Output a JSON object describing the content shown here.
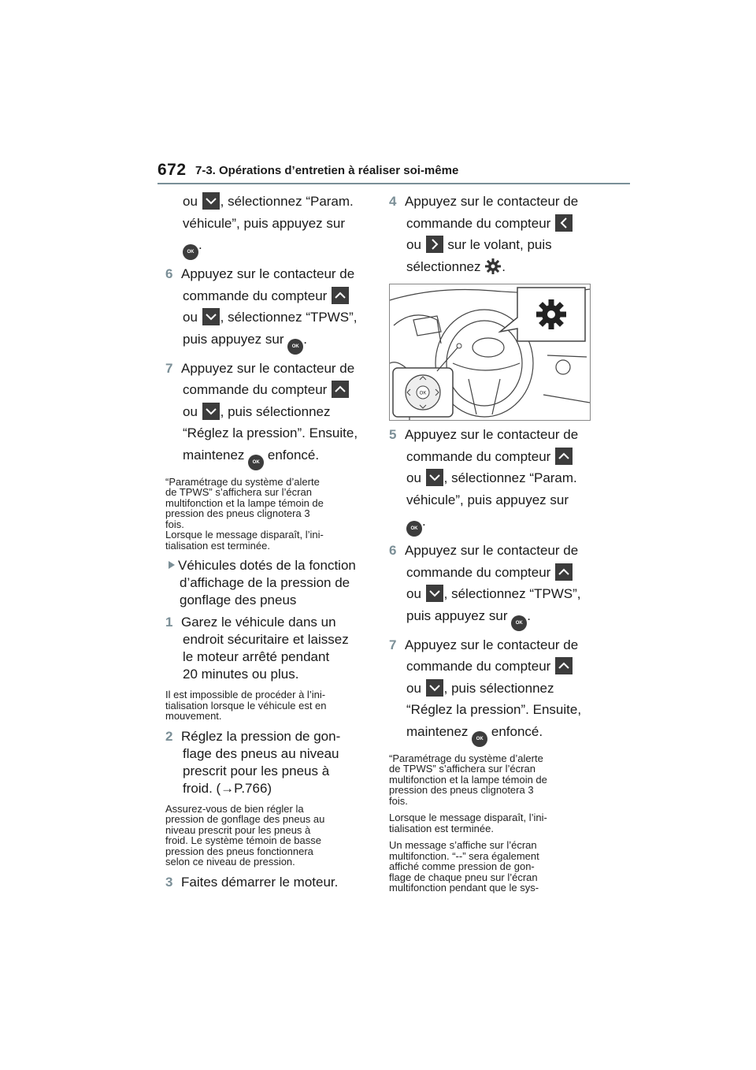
{
  "header": {
    "page_number": "672",
    "section_title": "7-3. Opérations d’entretien à réaliser soi-même"
  },
  "left": {
    "cont": {
      "l1a": "ou ",
      "l1b": ", sélectionnez “Param.",
      "l2": "véhicule”, puis appuyez sur",
      "l3b": "."
    },
    "s6": {
      "num": "6",
      "l1": "Appuyez sur le contacteur de",
      "l2": "commande du compteur ",
      "l3a": "ou ",
      "l3b": ", sélectionnez “TPWS”,",
      "l4a": "puis appuyez sur ",
      "l4b": "."
    },
    "s7": {
      "num": "7",
      "l1": "Appuyez sur le contacteur de",
      "l2": "commande du compteur ",
      "l3a": "ou ",
      "l3b": ", puis sélectionnez",
      "l4": "“Réglez la pression”. Ensuite,",
      "l5a": "maintenez ",
      "l5b": " enfoncé."
    },
    "note1": {
      "l1": "“Paramétrage du système d’alerte",
      "l2": "de TPWS” s’affichera sur l’écran",
      "l3": "multifonction et la lampe témoin de",
      "l4": "pression des pneus clignotera 3",
      "l5": "fois.",
      "l6": "Lorsque le message disparaît, l’ini-",
      "l7": "tialisation est terminée."
    },
    "subhead": {
      "l1": "Véhicules dotés de la fonction",
      "l2": "d’affichage de la pression de",
      "l3": "gonflage des pneus"
    },
    "s1": {
      "num": "1",
      "l1": "Garez le véhicule dans un",
      "l2": "endroit sécuritaire et laissez",
      "l3": "le moteur arrêté pendant",
      "l4": "20 minutes ou plus."
    },
    "note2": {
      "l1": "Il est impossible de procéder à l’ini-",
      "l2": "tialisation lorsque le véhicule est en",
      "l3": "mouvement."
    },
    "s2": {
      "num": "2",
      "l1": "Réglez la pression de gon-",
      "l2": "flage des pneus au niveau",
      "l3": "prescrit pour les pneus à",
      "l4": "froid. (→P.766)"
    },
    "note3": {
      "l1": "Assurez-vous de bien régler la",
      "l2": "pression de gonflage des pneus au",
      "l3": "niveau prescrit pour les pneus à",
      "l4": "froid. Le système témoin de basse",
      "l5": "pression des pneus fonctionnera",
      "l6": "selon ce niveau de pression."
    },
    "s3": {
      "num": "3",
      "l1": "Faites démarrer le moteur."
    }
  },
  "right": {
    "s4": {
      "num": "4",
      "l1": "Appuyez sur le contacteur de",
      "l2": "commande du compteur ",
      "l3a": "ou ",
      "l3b": " sur le volant, puis",
      "l4a": "sélectionnez ",
      "l4b": "."
    },
    "s5": {
      "num": "5",
      "l1": "Appuyez sur le contacteur de",
      "l2": "commande du compteur ",
      "l3a": "ou ",
      "l3b": ", sélectionnez “Param.",
      "l4": "véhicule”, puis appuyez sur",
      "l5b": "."
    },
    "s6": {
      "num": "6",
      "l1": "Appuyez sur le contacteur de",
      "l2": "commande du compteur ",
      "l3a": "ou ",
      "l3b": ", sélectionnez “TPWS”,",
      "l4a": "puis appuyez sur ",
      "l4b": "."
    },
    "s7": {
      "num": "7",
      "l1": "Appuyez sur le contacteur de",
      "l2": "commande du compteur ",
      "l3a": "ou ",
      "l3b": ", puis sélectionnez",
      "l4": "“Réglez la pression”. Ensuite,",
      "l5a": "maintenez ",
      "l5b": " enfoncé."
    },
    "note1": {
      "l1": "“Paramétrage du système d’alerte",
      "l2": "de TPWS” s’affichera sur l’écran",
      "l3": "multifonction et la lampe témoin de",
      "l4": "pression des pneus clignotera 3",
      "l5": "fois."
    },
    "note2": {
      "l1": "Lorsque le message disparaît, l’ini-",
      "l2": "tialisation est terminée."
    },
    "note3": {
      "l1": "Un message s’affiche sur l’écran",
      "l2": "multifonction. “--” sera également",
      "l3": "affiché comme pression de gon-",
      "l4": "flage de chaque pneu sur l’écran",
      "l5": "multifonction pendant que le sys-"
    }
  },
  "icons": {
    "ok_label": "OK",
    "up": "chevron-up-icon",
    "down": "chevron-down-icon",
    "left": "chevron-left-icon",
    "right": "chevron-right-icon",
    "gear": "gear-icon"
  },
  "colors": {
    "accent": "#7b8f97",
    "icon_bg": "#3c3c3c"
  }
}
